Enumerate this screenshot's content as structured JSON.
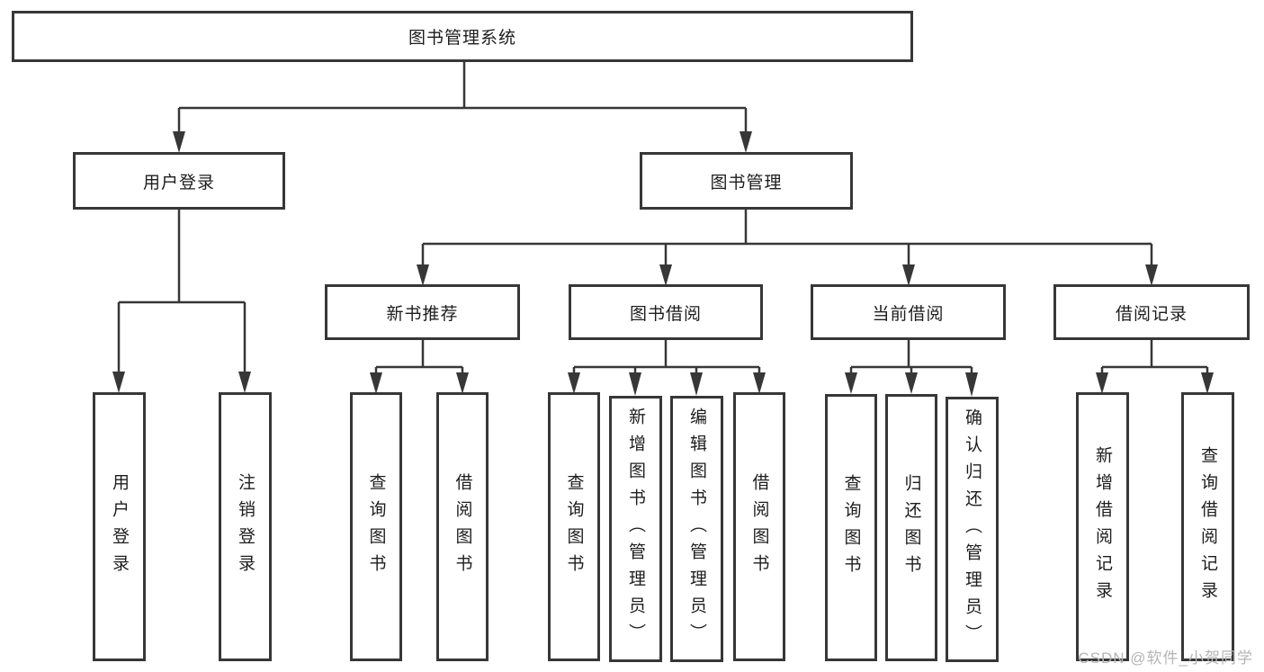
{
  "diagram": {
    "type": "hierarchy-tree",
    "tree": {
      "label": "图书管理系统",
      "children": [
        {
          "label": "用户登录",
          "children": [
            {
              "label": "用户登录"
            },
            {
              "label": "注销登录"
            }
          ]
        },
        {
          "label": "图书管理",
          "children": [
            {
              "label": "新书推荐",
              "children": [
                {
                  "label": "查询图书"
                },
                {
                  "label": "借阅图书"
                }
              ]
            },
            {
              "label": "图书借阅",
              "children": [
                {
                  "label": "查询图书"
                },
                {
                  "label": "新增图书（管理员）"
                },
                {
                  "label": "编辑图书（管理员）"
                },
                {
                  "label": "借阅图书"
                }
              ]
            },
            {
              "label": "当前借阅",
              "children": [
                {
                  "label": "查询图书"
                },
                {
                  "label": "归还图书"
                },
                {
                  "label": "确认归还（管理员）"
                }
              ]
            },
            {
              "label": "借阅记录",
              "children": [
                {
                  "label": "新增借阅记录"
                },
                {
                  "label": "查询借阅记录"
                }
              ]
            }
          ]
        }
      ]
    },
    "colors": {
      "line": "#373737",
      "border": "#373737",
      "text": "#1d1d1d",
      "background": "#ffffff",
      "watermark": "#b5b5b5"
    }
  },
  "watermark": {
    "text": "CSDN @软件_小贺同学"
  }
}
